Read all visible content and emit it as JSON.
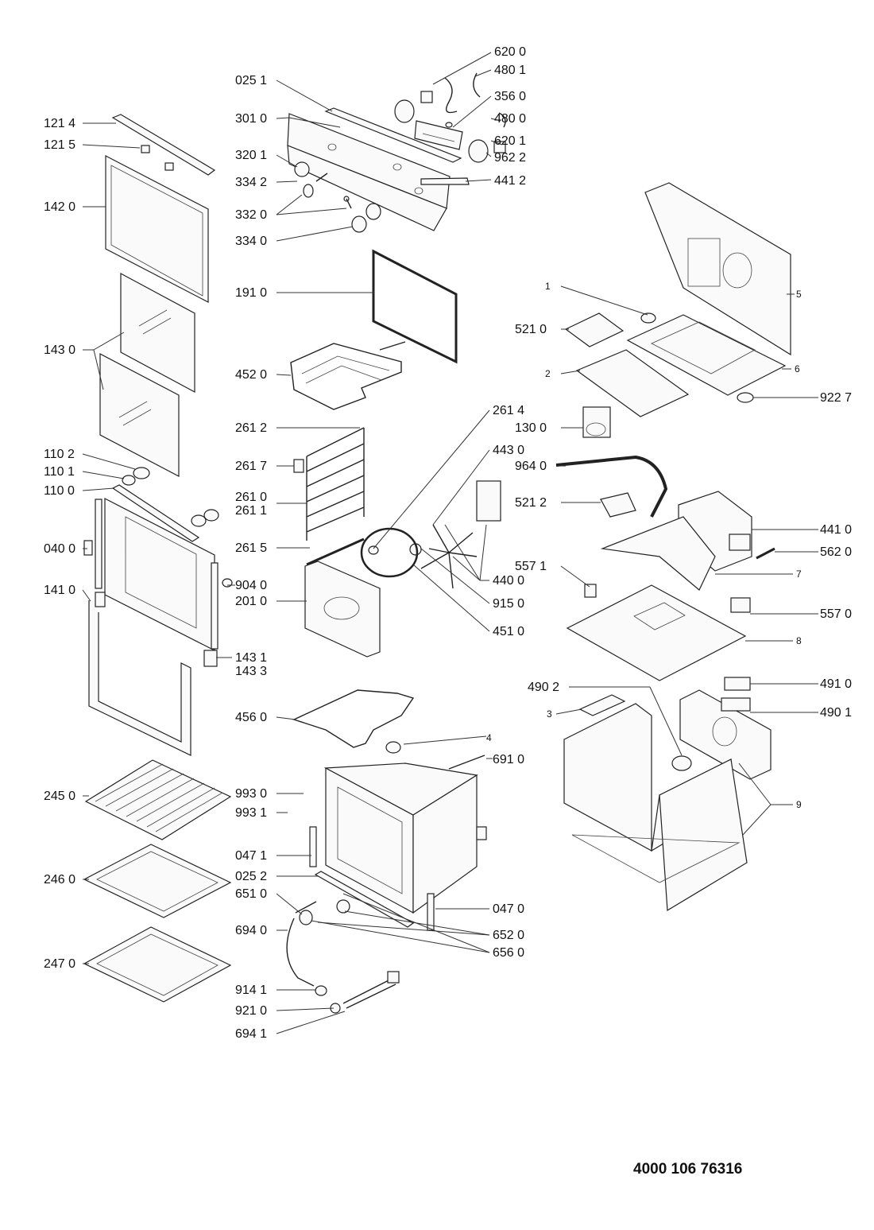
{
  "document_number": "4000 106 76316",
  "labels": {
    "l6200": "620 0",
    "l4801": "480 1",
    "l0251": "025 1",
    "l3560": "356 0",
    "l1214": "121 4",
    "l3010": "301 0",
    "l4800": "480 0",
    "l1215": "121 5",
    "l3201": "320 1",
    "l6201": "620 1",
    "l9622": "962 2",
    "l3342": "334 2",
    "l4412": "441 2",
    "l1420": "142 0",
    "l3320": "332 0",
    "l3340": "334 0",
    "l1910": "191 0",
    "l1": "1",
    "l5": "5",
    "l5210": "521 0",
    "l1430": "143 0",
    "l4520": "452 0",
    "l2": "2",
    "l6": "6",
    "l9227": "922 7",
    "l2614": "261 4",
    "l2612": "261 2",
    "l1300": "130 0",
    "l2617": "261 7",
    "l4430": "443 0",
    "l1102": "110 2",
    "l9640": "964 0",
    "l1101": "110 1",
    "l1100": "110 0",
    "l2610": "261 0",
    "l2611": "261 1",
    "l5212": "521 2",
    "l4410": "441 0",
    "l0400": "040 0",
    "l2615": "261 5",
    "l5620": "562 0",
    "l5571": "557 1",
    "l1410": "141 0",
    "l9040": "904 0",
    "l4400": "440 0",
    "l7": "7",
    "l2010": "201 0",
    "l9150": "915 0",
    "l5570": "557 0",
    "l4510": "451 0",
    "l8": "8",
    "l1431": "143 1",
    "l1433": "143 3",
    "l4910": "491 0",
    "l4902": "490 2",
    "l3": "3",
    "l4901": "490 1",
    "l4560": "456 0",
    "l4": "4",
    "l6910": "691 0",
    "l2450": "245 0",
    "l9930": "993 0",
    "l9931": "993 1",
    "l9": "9",
    "l0471": "047 1",
    "l2460": "246 0",
    "l0252": "025 2",
    "l6510": "651 0",
    "l0470": "047 0",
    "l6940": "694 0",
    "l6520": "652 0",
    "l6560": "656 0",
    "l2470": "247 0",
    "l9141": "914 1",
    "l9210": "921 0",
    "l6941": "694 1"
  }
}
